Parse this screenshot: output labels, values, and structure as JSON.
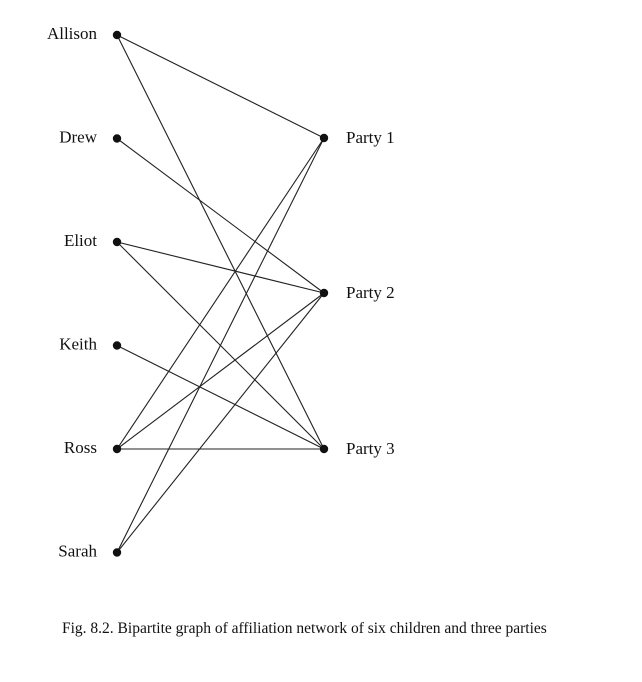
{
  "graph": {
    "left_nodes": [
      {
        "id": "allison",
        "label": "Allison"
      },
      {
        "id": "drew",
        "label": "Drew"
      },
      {
        "id": "eliot",
        "label": "Eliot"
      },
      {
        "id": "keith",
        "label": "Keith"
      },
      {
        "id": "ross",
        "label": "Ross"
      },
      {
        "id": "sarah",
        "label": "Sarah"
      }
    ],
    "right_nodes": [
      {
        "id": "party1",
        "label": "Party 1"
      },
      {
        "id": "party2",
        "label": "Party 2"
      },
      {
        "id": "party3",
        "label": "Party 3"
      }
    ],
    "edges": [
      [
        "allison",
        "party1"
      ],
      [
        "allison",
        "party3"
      ],
      [
        "drew",
        "party2"
      ],
      [
        "eliot",
        "party2"
      ],
      [
        "eliot",
        "party3"
      ],
      [
        "keith",
        "party3"
      ],
      [
        "ross",
        "party1"
      ],
      [
        "ross",
        "party2"
      ],
      [
        "ross",
        "party3"
      ],
      [
        "sarah",
        "party1"
      ],
      [
        "sarah",
        "party2"
      ]
    ],
    "edge_color": "#222222",
    "node_color": "#111111"
  },
  "caption": {
    "text": "Fig. 8.2. Bipartite graph of affiliation network of six children and three parties"
  }
}
